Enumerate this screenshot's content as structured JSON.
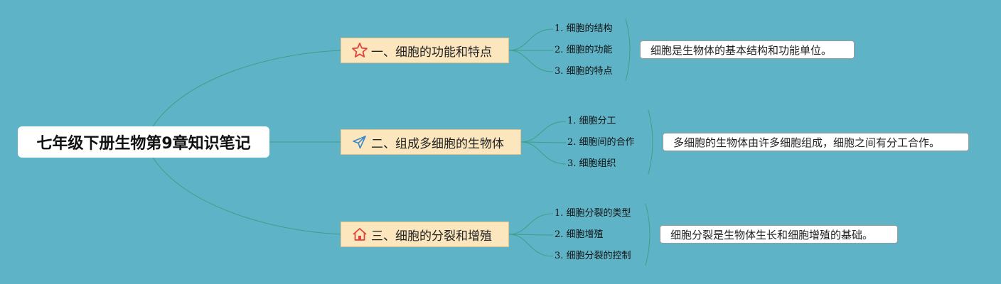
{
  "mindmap": {
    "root": {
      "label": "七年级下册生物第9章知识笔记"
    },
    "branches": [
      {
        "label": "一、细胞的功能和特点",
        "icon": "star-icon",
        "children": [
          "1. 细胞的结构",
          "2. 细胞的功能",
          "3. 细胞的特点"
        ],
        "summary": "细胞是生物体的基本结构和功能单位。"
      },
      {
        "label": "二、组成多细胞的生物体",
        "icon": "paper-plane-icon",
        "children": [
          "1. 细胞分工",
          "2. 细胞间的合作",
          "3. 细胞组织"
        ],
        "summary": "多细胞的生物体由许多细胞组成，细胞之间有分工合作。"
      },
      {
        "label": "三、细胞的分裂和增殖",
        "icon": "house-icon",
        "children": [
          "1. 细胞分裂的类型",
          "2. 细胞增殖",
          "3. 细胞分裂的控制"
        ],
        "summary": "细胞分裂是生物体生长和细胞增殖的基础。"
      }
    ]
  },
  "colors": {
    "background": "#5fb3c7",
    "branch_fill": "#fbe6bd",
    "connector": "#3f9e86",
    "icon_red": "#e0443a",
    "icon_blue": "#3a88c8"
  }
}
